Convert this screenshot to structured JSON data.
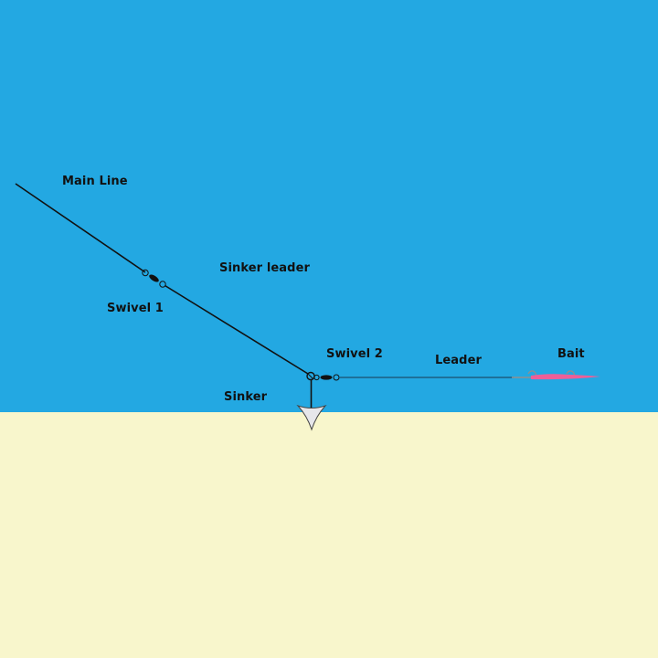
{
  "colors": {
    "water": "#23a8e2",
    "sand": "#f8f6cc",
    "line": "#111111",
    "bait": "#ee5f98",
    "bait_hook": "#8f8f8f",
    "sinker_fill": "#e6e6ea"
  },
  "labels": {
    "main_line": "Main Line",
    "sinker_leader": "Sinker leader",
    "swivel_1": "Swivel 1",
    "swivel_2": "Swivel 2",
    "leader": "Leader",
    "bait": "Bait",
    "sinker": "Sinker"
  },
  "icons": {
    "swivel": "swivel-icon",
    "sinker": "sinker-icon",
    "bait": "bait-icon"
  }
}
